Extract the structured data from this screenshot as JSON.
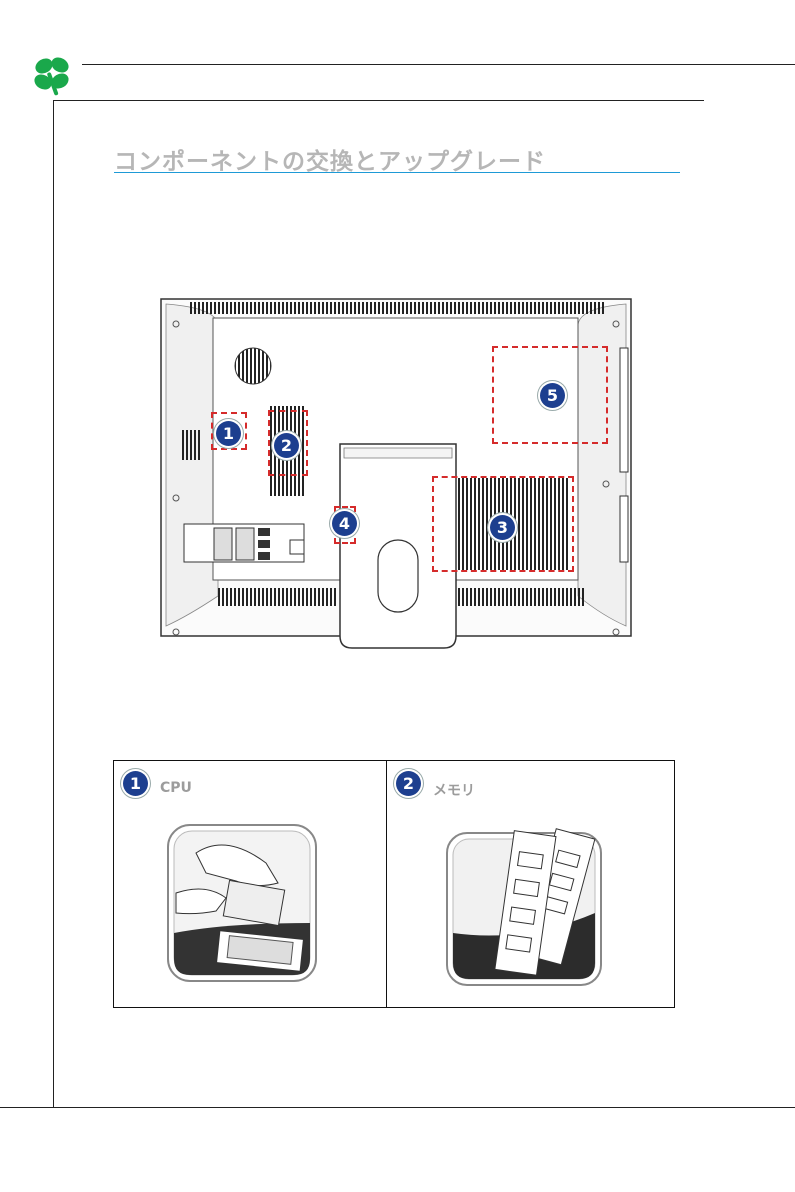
{
  "header": {
    "logo_icon": "clover-logo-icon",
    "accent_color": "#1aa84b"
  },
  "section": {
    "title": "コンポーネントの交換とアップグレード",
    "underline_color": "#1e9ad6"
  },
  "diagram": {
    "markers": [
      {
        "number": "1"
      },
      {
        "number": "2"
      },
      {
        "number": "3"
      },
      {
        "number": "4"
      },
      {
        "number": "5"
      }
    ],
    "marker_color": "#d52b2b",
    "badge_color": "#1d3f8f"
  },
  "components": [
    {
      "number": "1",
      "label": "CPU",
      "icon": "cpu-install-icon"
    },
    {
      "number": "2",
      "label": "メモリ",
      "icon": "memory-module-icon"
    }
  ]
}
